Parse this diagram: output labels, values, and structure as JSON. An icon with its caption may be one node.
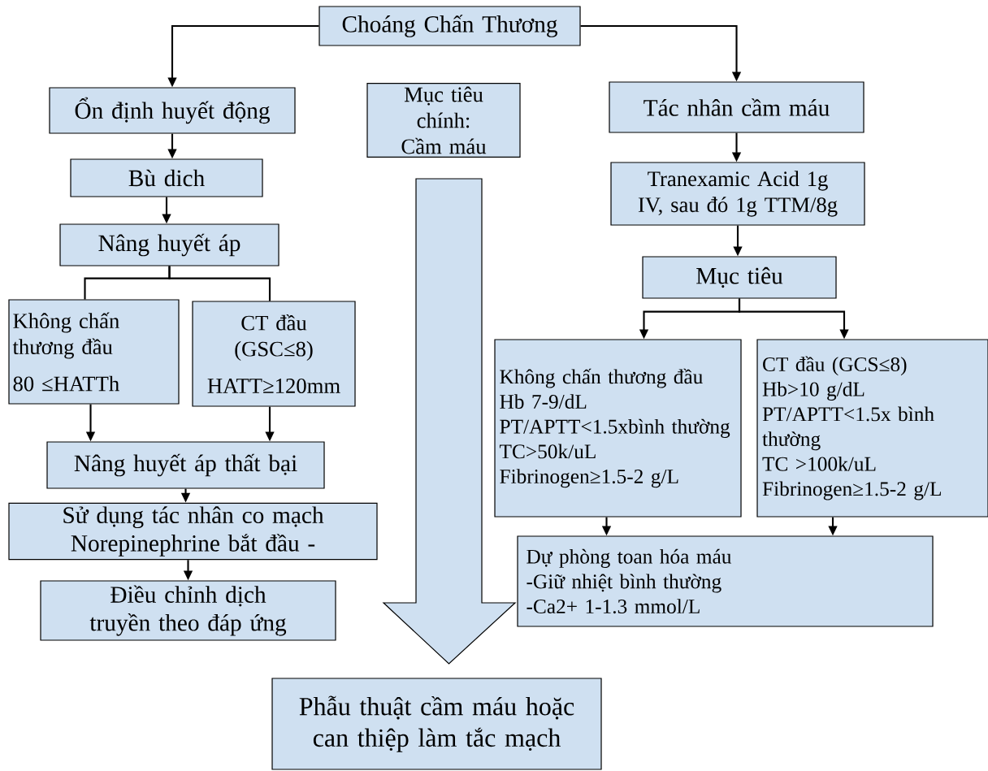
{
  "diagram": {
    "nodes": [
      {
        "text": [
          "Choáng Chấn Thương"
        ]
      },
      {
        "text": [
          "Ổn định huyết động"
        ]
      },
      {
        "text": [
          "Mục tiêu chính: Cầm máu"
        ]
      },
      {
        "text": [
          "Tác nhân cầm máu"
        ]
      },
      {
        "text": [
          "Bù dich"
        ]
      },
      {
        "text": [
          "Tranexamic Acid 1g IV, sau đó 1g TTM/8g"
        ]
      },
      {
        "text": [
          "Nâng huyết áp"
        ]
      },
      {
        "text": [
          "Mục tiêu"
        ]
      },
      {
        "text": [
          "Không chấn thương đầu",
          "80 ≤HATTh"
        ]
      },
      {
        "text": [
          "CT đầu (GSC≤8)",
          "HATT≥120mm"
        ]
      },
      {
        "text": [
          "Không chấn thương đầu",
          "Hb 7-9/dL",
          "PT/APTT<1.5xbình thường",
          "TC>50k/uL",
          "Fibrinogen≥1.5-2 g/L"
        ]
      },
      {
        "text": [
          "CT đầu (GCS≤8)",
          "Hb>10 g/dL",
          "PT/APTT<1.5x bình thường",
          "TC >100k/uL",
          "Fibrinogen≥1.5-2 g/L"
        ]
      },
      {
        "text": [
          "Nâng huyết áp thất bại"
        ]
      },
      {
        "text": [
          "Sử dụng tác nhân co mạch Norepinephrine bắt đầu -"
        ]
      },
      {
        "text": [
          "Dự phòng toan hóa máu",
          "-Giữ nhiệt bình thường",
          "-Ca2+ 1-1.3 mmol/L"
        ]
      },
      {
        "text": [
          "Điều chỉnh dịch truyền theo đáp ứng"
        ]
      },
      {
        "text": [],
        "shape": "arrow"
      },
      {
        "text": [
          "Phẫu thuật cầm máu hoặc can thiệp làm tắc mạch"
        ]
      }
    ],
    "edges": [
      {
        "from": 0,
        "to": 1,
        "arrow": "to"
      },
      {
        "from": 0,
        "to": 3,
        "arrow": "to"
      },
      {
        "from": 1,
        "to": 4,
        "arrow": "to"
      },
      {
        "from": 4,
        "to": 6,
        "arrow": "to"
      },
      {
        "from": 6,
        "to": 8,
        "arrow": "none"
      },
      {
        "from": 6,
        "to": 9,
        "arrow": "none"
      },
      {
        "from": 8,
        "to": 12,
        "arrow": "to"
      },
      {
        "from": 9,
        "to": 12,
        "arrow": "to"
      },
      {
        "from": 12,
        "to": 13,
        "arrow": "to"
      },
      {
        "from": 13,
        "to": 15,
        "arrow": "to"
      },
      {
        "from": 3,
        "to": 5,
        "arrow": "to"
      },
      {
        "from": 5,
        "to": 7,
        "arrow": "to"
      },
      {
        "from": 7,
        "to": 10,
        "arrow": "to"
      },
      {
        "from": 7,
        "to": 11,
        "arrow": "to"
      },
      {
        "from": 10,
        "to": 14,
        "arrow": "to"
      },
      {
        "from": 11,
        "to": 14,
        "arrow": "to"
      }
    ]
  }
}
